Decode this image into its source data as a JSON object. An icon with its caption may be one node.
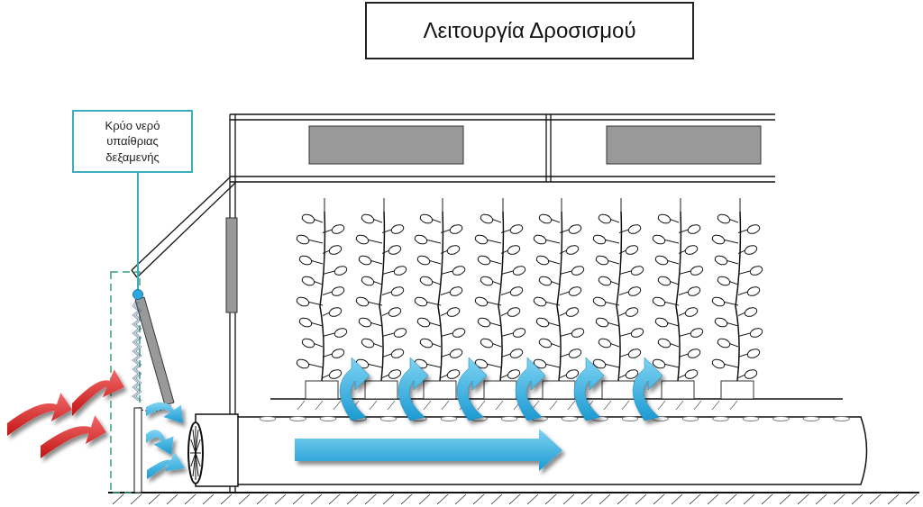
{
  "diagram": {
    "title": "Λειτουργία Δροσισμού",
    "nodes": [
      {
        "text": [
          "Κρύο νερό υπαίθριας δεξαμενής"
        ]
      },
      {
        "text": [],
        "shape": "circle"
      }
    ],
    "edges": [
      {
        "from": 0,
        "to": 1,
        "arrow": "none"
      }
    ]
  }
}
